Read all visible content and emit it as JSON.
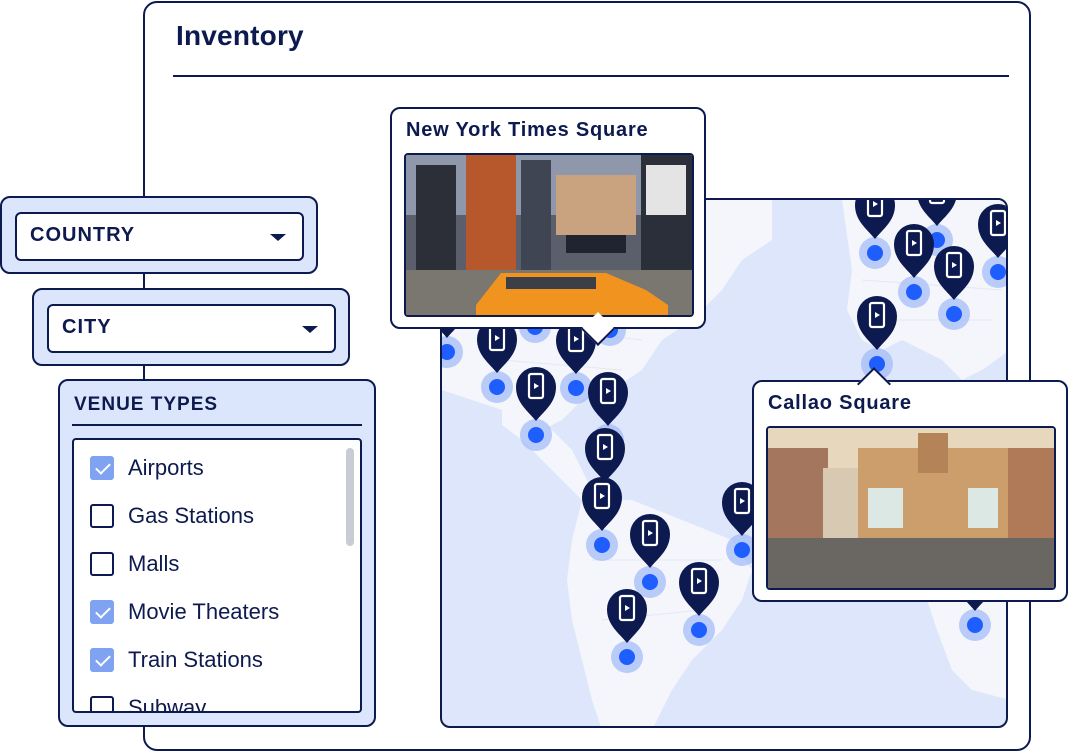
{
  "page": {
    "title": "Inventory"
  },
  "filters": {
    "country": {
      "value": "COUNTRY"
    },
    "city": {
      "value": "CITY"
    },
    "venue_types": {
      "heading": "VENUE TYPES",
      "items": [
        {
          "label": "Airports",
          "checked": true
        },
        {
          "label": "Gas Stations",
          "checked": false
        },
        {
          "label": "Malls",
          "checked": false
        },
        {
          "label": "Movie Theaters",
          "checked": true
        },
        {
          "label": "Train Stations",
          "checked": true
        },
        {
          "label": "Subway",
          "checked": false
        }
      ]
    }
  },
  "map": {
    "popups": [
      {
        "title": "New York Times Square"
      },
      {
        "title": "Callao Square"
      }
    ],
    "marker_icon": "screen-pin-icon"
  },
  "colors": {
    "navy": "#0d1a4f",
    "accent": "#1e5eff",
    "map_bg": "#dde6fb",
    "panel_bg": "#dbe5fb",
    "checkbox": "#7fa3f1"
  }
}
